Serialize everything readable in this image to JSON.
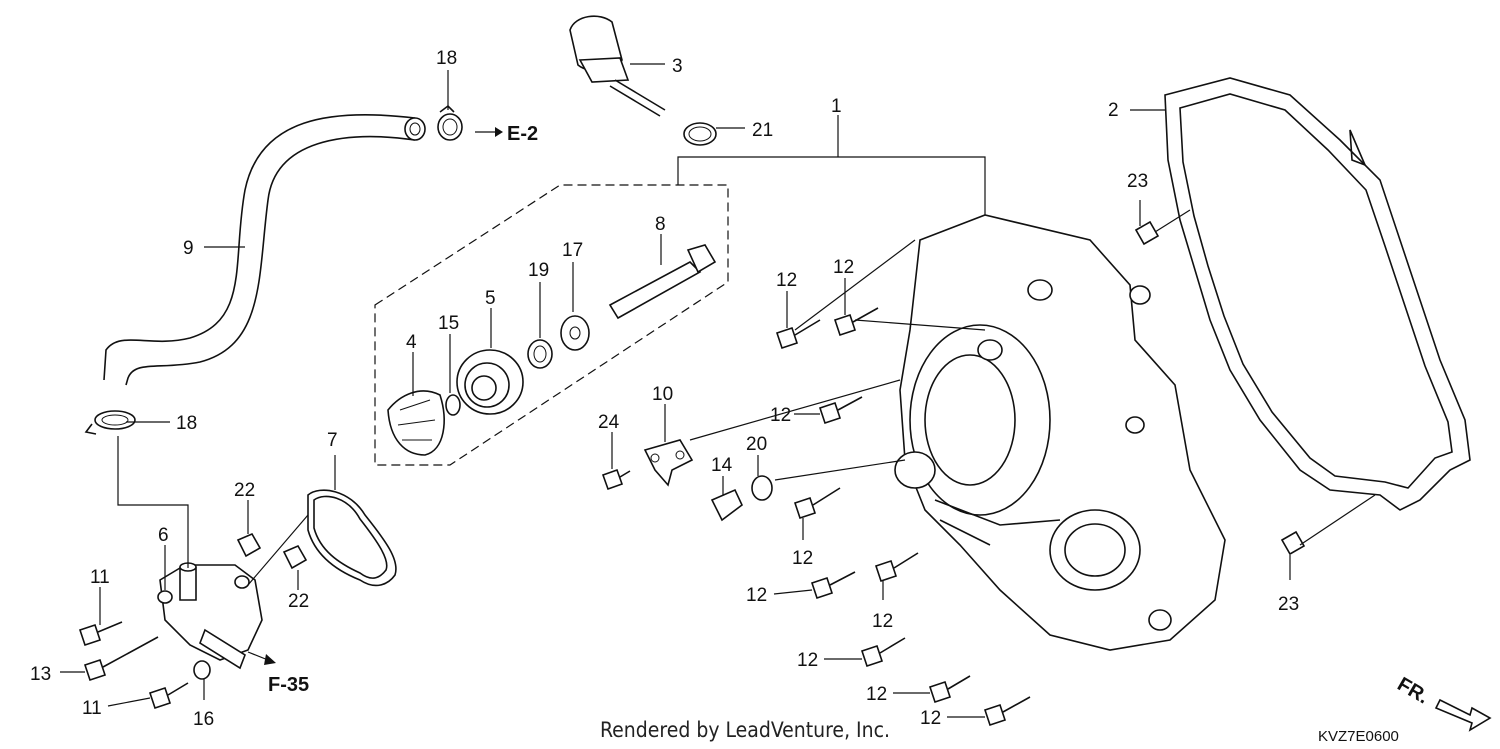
{
  "callouts": {
    "c1": "1",
    "c2": "2",
    "c3": "3",
    "c4": "4",
    "c5": "5",
    "c6": "6",
    "c7": "7",
    "c8": "8",
    "c9": "9",
    "c10": "10",
    "c11a": "11",
    "c11b": "11",
    "c12a": "12",
    "c12b": "12",
    "c12c": "12",
    "c12d": "12",
    "c12e": "12",
    "c12f": "12",
    "c12g": "12",
    "c12h": "12",
    "c12i": "12",
    "c13": "13",
    "c14": "14",
    "c15": "15",
    "c16": "16",
    "c17": "17",
    "c18a": "18",
    "c18b": "18",
    "c19": "19",
    "c20": "20",
    "c21": "21",
    "c22a": "22",
    "c22b": "22",
    "c23a": "23",
    "c23b": "23",
    "c24": "24"
  },
  "references": {
    "e2": "E-2",
    "f35": "F-35"
  },
  "direction_label": "FR.",
  "footer": {
    "credit": "Rendered by LeadVenture, Inc.",
    "diagram_code": "KVZ7E0600"
  }
}
